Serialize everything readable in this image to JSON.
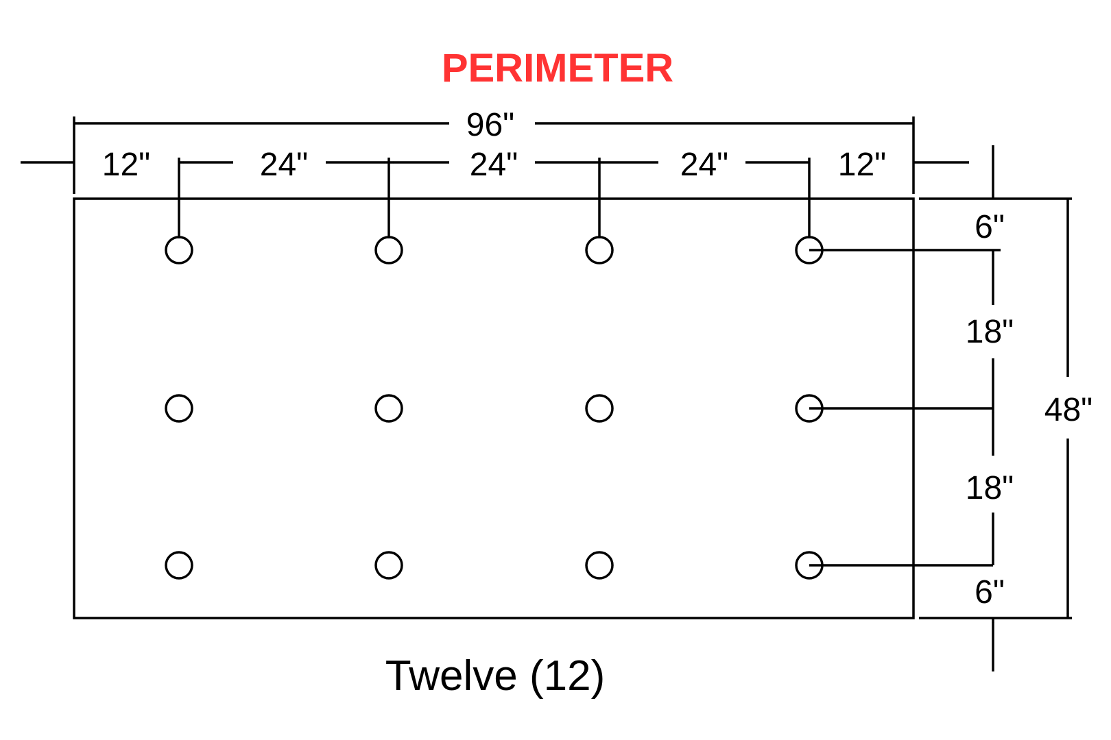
{
  "title": "PERIMETER",
  "title_color": "#ff3333",
  "caption": "Twelve (12)",
  "dimensions": {
    "overall_width": "96\"",
    "overall_height": "48\"",
    "left_edge": "12\"",
    "spacing_1": "24\"",
    "spacing_2": "24\"",
    "spacing_3": "24\"",
    "right_edge": "12\"",
    "top_edge": "6\"",
    "vertical_spacing_1": "18\"",
    "vertical_spacing_2": "18\"",
    "bottom_edge": "6\""
  },
  "holes": {
    "columns": 4,
    "rows": 3
  }
}
